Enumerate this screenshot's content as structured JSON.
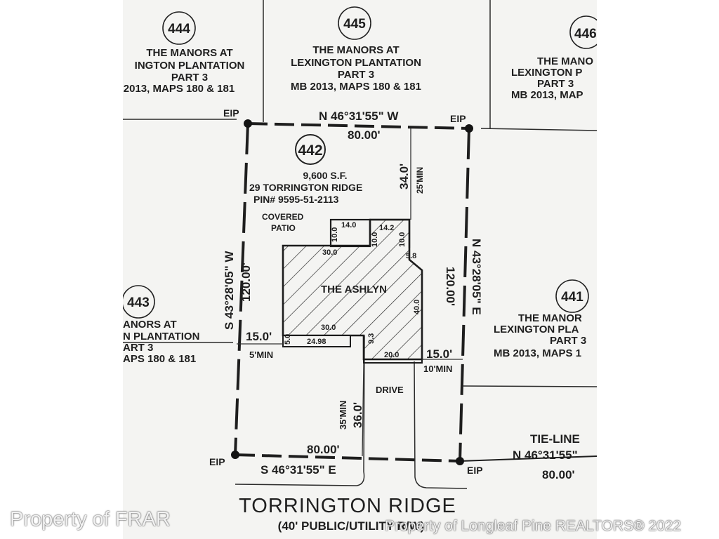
{
  "lots": {
    "l444": {
      "number": "444",
      "line1": "THE MANORS AT",
      "line2": "INGTON PLANTATION",
      "line3": "PART 3",
      "line4": "2013, MAPS 180 & 181"
    },
    "l445": {
      "number": "445",
      "line1": "THE MANORS AT",
      "line2": "LEXINGTON PLANTATION",
      "line3": "PART 3",
      "line4": "MB 2013, MAPS 180 & 181"
    },
    "l446": {
      "number": "446",
      "line1": "THE MANO",
      "line2": "LEXINGTON P",
      "line3": "PART 3",
      "line4": "MB 2013, MAP"
    },
    "l443": {
      "number": "443",
      "line1": "ANORS AT",
      "line2": "N PLANTATION",
      "line3": "ART 3",
      "line4": "APS 180 & 181"
    },
    "l441": {
      "number": "441",
      "line1": "THE MANOR",
      "line2": "LEXINGTON PLA",
      "line3": "PART 3",
      "line4": "MB 2013, MAPS 1"
    }
  },
  "subject": {
    "number": "442",
    "area": "9,600 S.F.",
    "address": "29 TORRINGTON RIDGE",
    "pin": "PIN# 9595-51-2113"
  },
  "bearings": {
    "north": "N 46°31'55\" W",
    "north_dist": "80.00'",
    "south": "S 46°31'55\" E",
    "south_dist": "80.00'",
    "west": "S 43°28'05\" W",
    "west_dist": "120.00'",
    "east": "N 43°28'05\" E",
    "east_dist": "120.00'",
    "tie_label": "TIE-LINE",
    "tie_bearing": "N 46°31'55\"",
    "tie_dist": "80.00'"
  },
  "markers": {
    "eip": "EIP"
  },
  "setbacks": {
    "rear_dist": "34.0'",
    "rear_label": "25'MIN",
    "left_dist": "15.0'",
    "left_label": "5'MIN",
    "right_dist": "15.0'",
    "right_label": "10'MIN",
    "front_dist": "36.0'",
    "front_label": "35'MIN"
  },
  "house": {
    "name": "THE ASHLYN",
    "patio_label_1": "COVERED",
    "patio_label_2": "PATIO",
    "dims": {
      "patio_w": "14.0",
      "patio_d": "10.0",
      "bump_w": "14.2",
      "bump_d1": "10.0",
      "bump_d2": "10.0",
      "top": "30.0",
      "right_short": "5.8",
      "right": "40.0",
      "bottom_left": "30.0",
      "left_short": "5.0",
      "porch": "24.98",
      "inner": "9.3",
      "garage": "20.0"
    },
    "drive": "DRIVE"
  },
  "street": {
    "name": "TORRINGTON RIDGE",
    "row": "(40' PUBLIC/UTILITY R/W)"
  },
  "watermark": {
    "left": "Property of FRAR",
    "right": "Property of Longleaf Pine REALTORS® 2022"
  }
}
